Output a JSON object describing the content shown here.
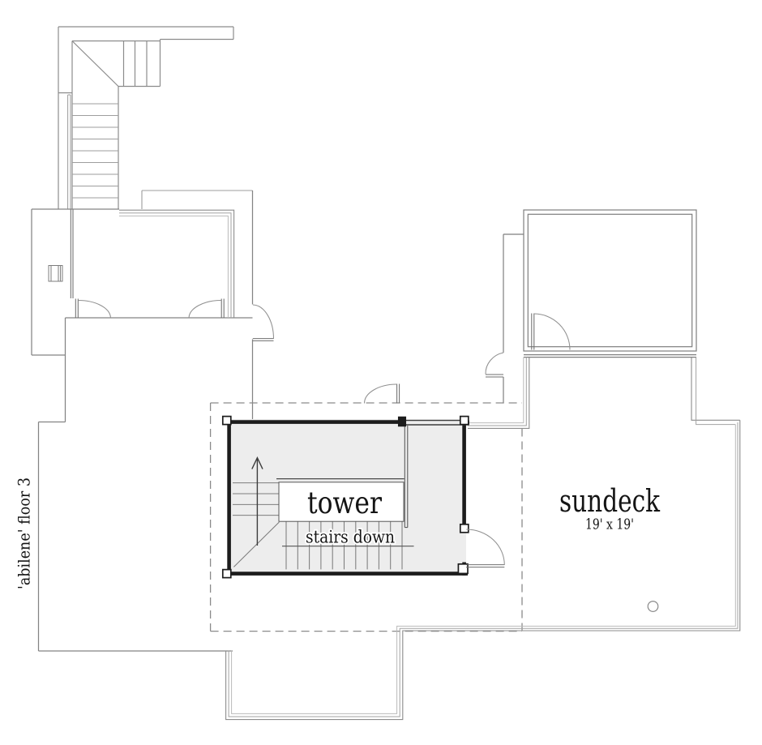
{
  "plan": {
    "title": "'abilene' floor 3",
    "tower": {
      "label": "tower",
      "stairs_note": "stairs down"
    },
    "sundeck": {
      "label": "sundeck",
      "dimensions": "19' x 19'"
    },
    "colors": {
      "background": "#ffffff",
      "thin_line": "#8c8c8c",
      "railing_mid": "#a2a2a2",
      "railing_inner": "#b9b9b9",
      "heavy_wall": "#1c1c1c",
      "tower_fill": "#ededed",
      "text": "#141414",
      "dashed_outline": "#8a8a8a"
    }
  }
}
